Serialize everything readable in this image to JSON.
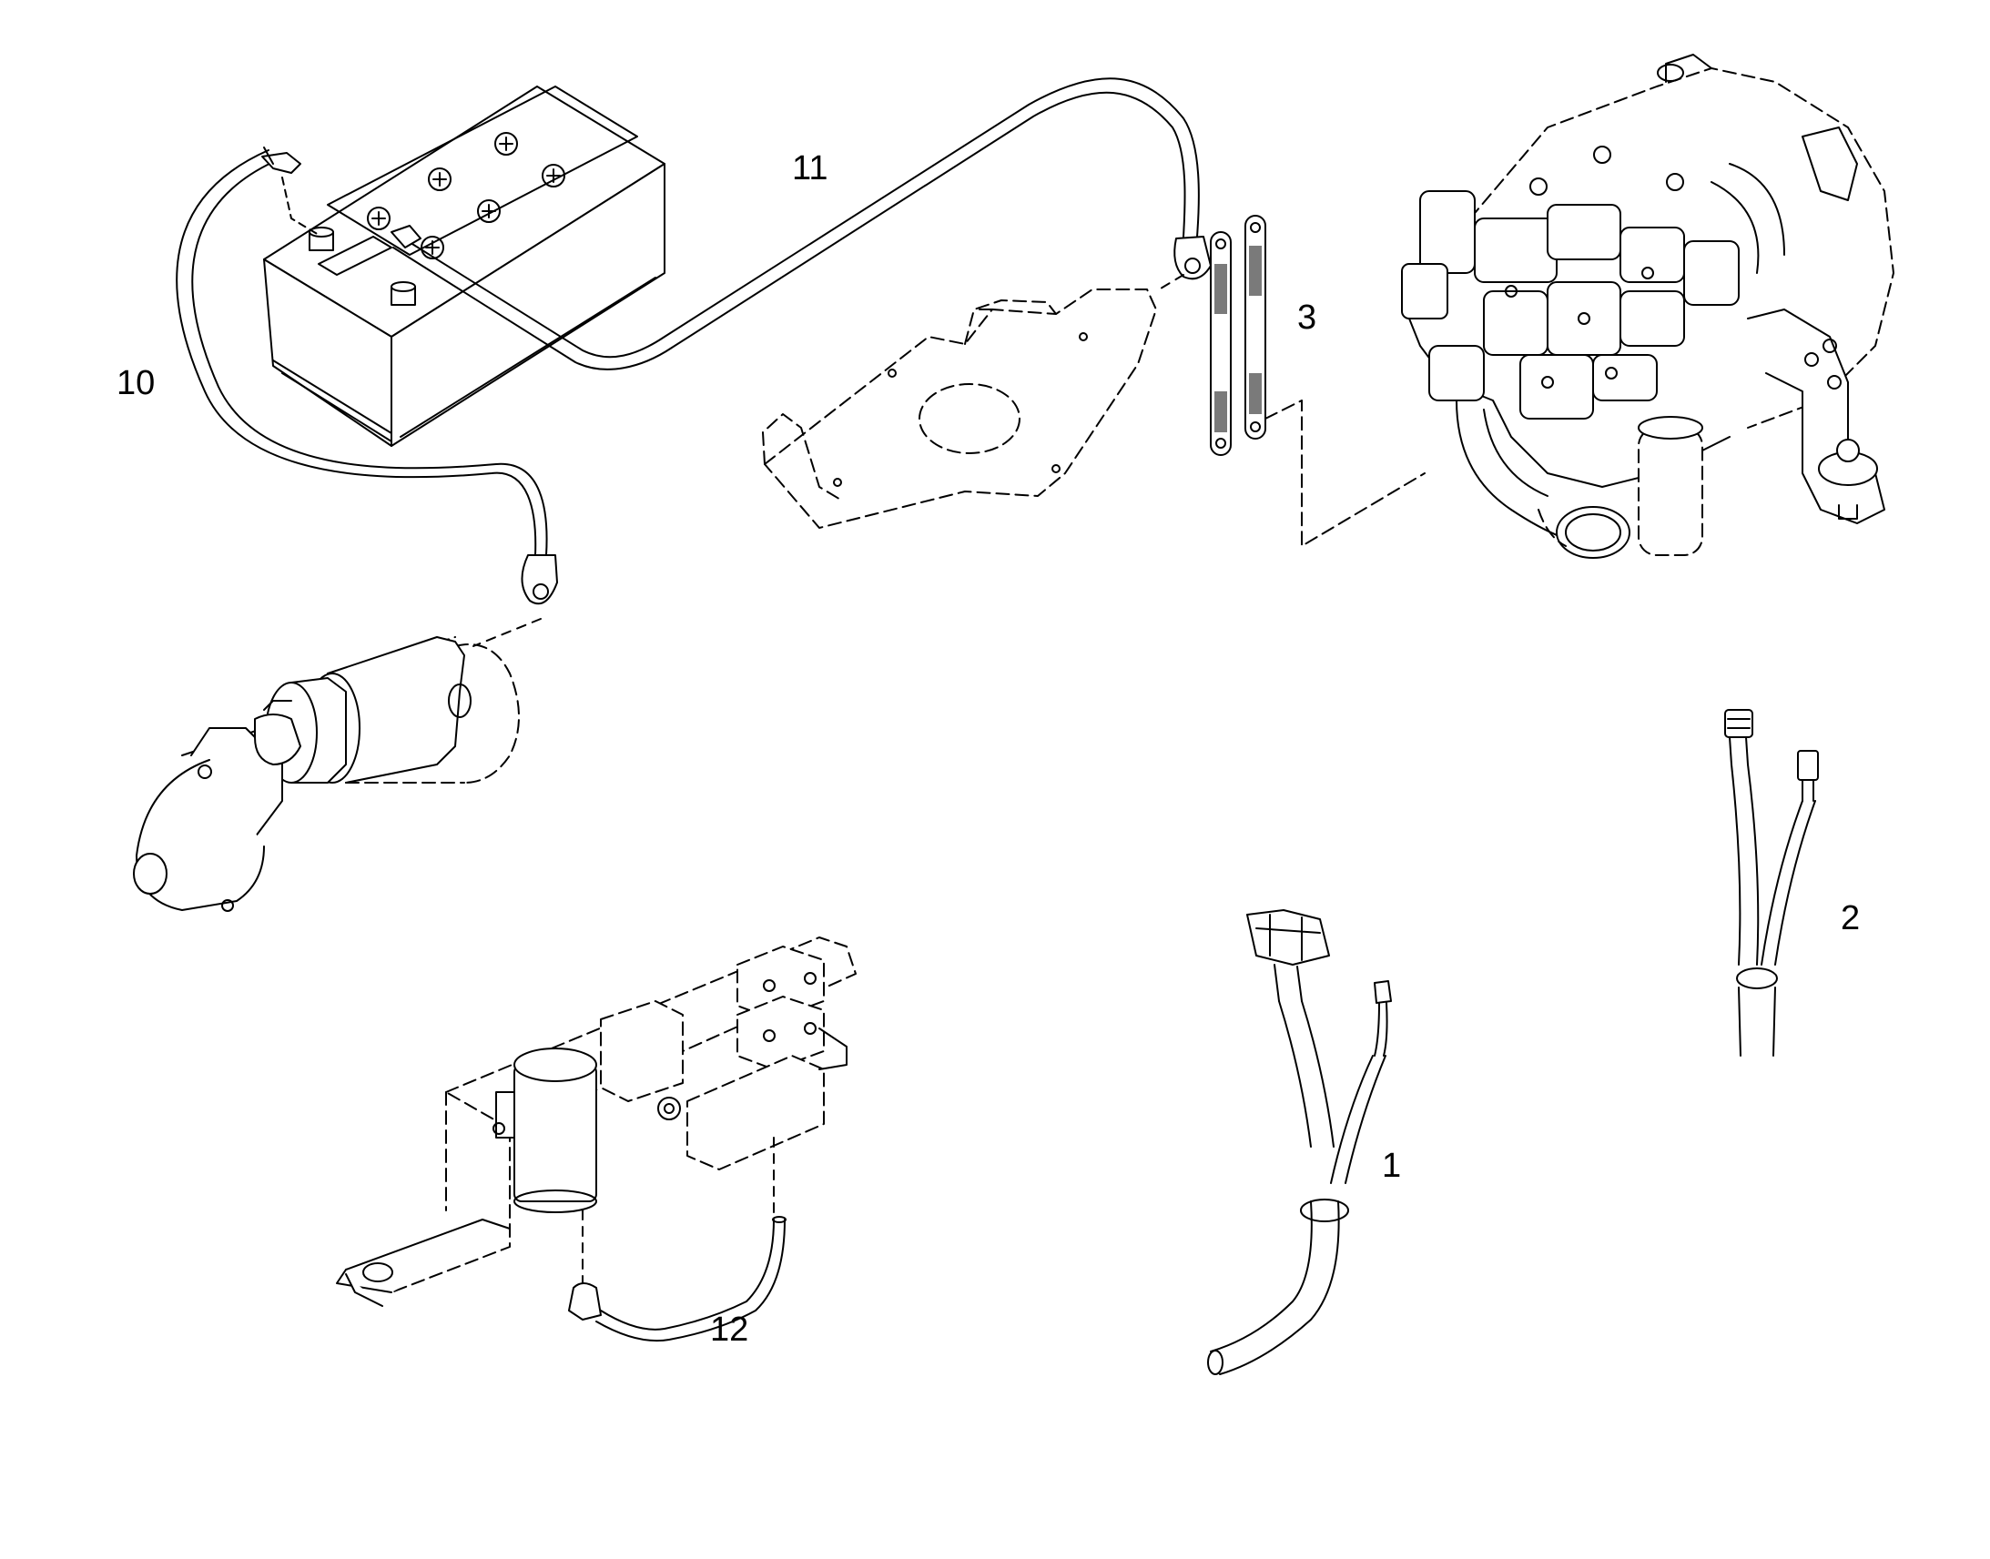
{
  "callouts": {
    "c1": "1",
    "c2": "2",
    "c3": "3",
    "c10": "10",
    "c11": "11",
    "c12": "12"
  },
  "colors": {
    "line": "#000000",
    "background": "#ffffff",
    "hatch": "#7a7a7a"
  }
}
